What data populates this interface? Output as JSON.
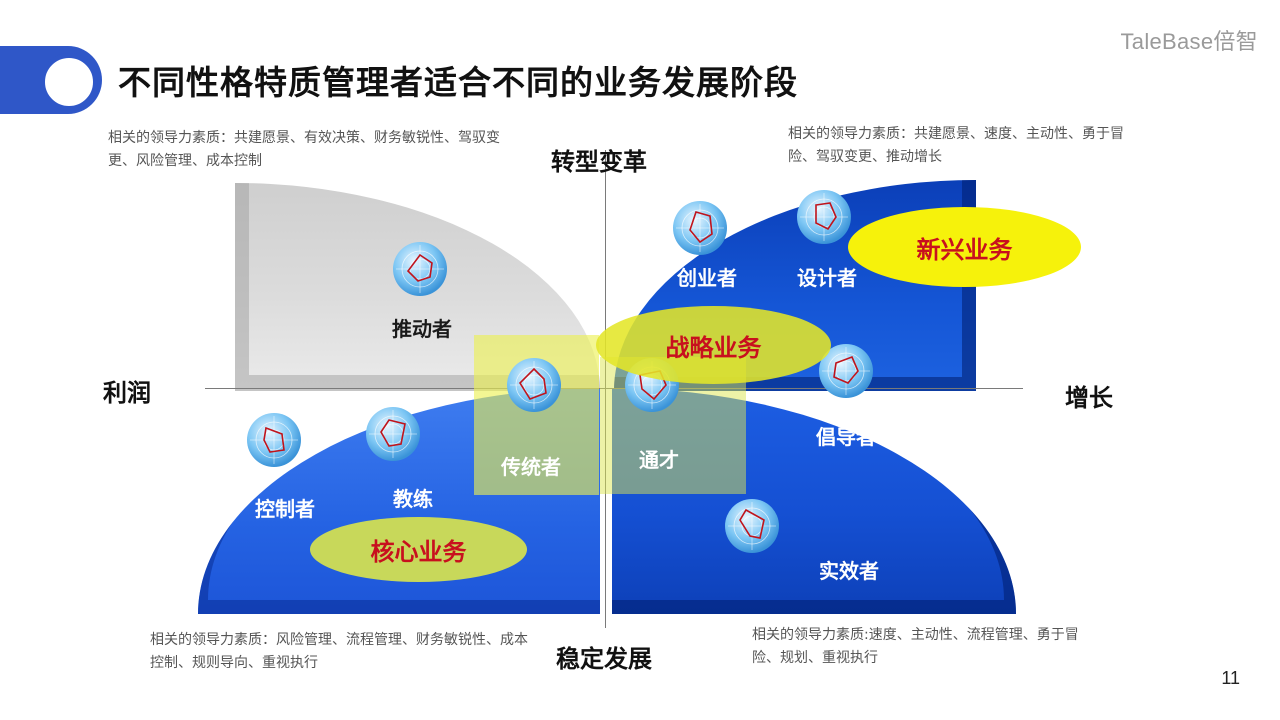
{
  "header": {
    "title": "不同性格特质管理者适合不同的业务发展阶段",
    "brand": "TaleBase倍智",
    "page_number": "11"
  },
  "axes": {
    "top": "转型变革",
    "bottom": "稳定发展",
    "left": "利润",
    "right": "增长"
  },
  "competencies": {
    "top_left": "相关的领导力素质：共建愿景、有效决策、财务敏锐性、驾驭变更、风险管理、成本控制",
    "top_right": "相关的领导力素质：共建愿景、速度、主动性、勇于冒险、驾驭变更、推动增长",
    "bottom_left": "相关的领导力素质：风险管理、流程管理、财务敏锐性、成本控制、规则导向、重视执行",
    "bottom_right": "相关的领导力素质:速度、主动性、流程管理、勇于冒险、规划、重视执行"
  },
  "businesses": {
    "emerging": "新兴业务",
    "strategic": "战略业务",
    "core": "核心业务"
  },
  "roles": {
    "promoter": "推动者",
    "entrepreneur": "创业者",
    "designer": "设计者",
    "advocate": "倡导者",
    "controller": "控制者",
    "coach": "教练",
    "traditionalist": "传统者",
    "generalist": "通才",
    "achiever": "实效者"
  },
  "colors": {
    "title_pill": "#2f57c8",
    "petal_gray": "#d9d9d9",
    "petal_blue": "#1556d6",
    "highlight_yellow": "#f6f20b",
    "business_text": "#c8101e"
  }
}
